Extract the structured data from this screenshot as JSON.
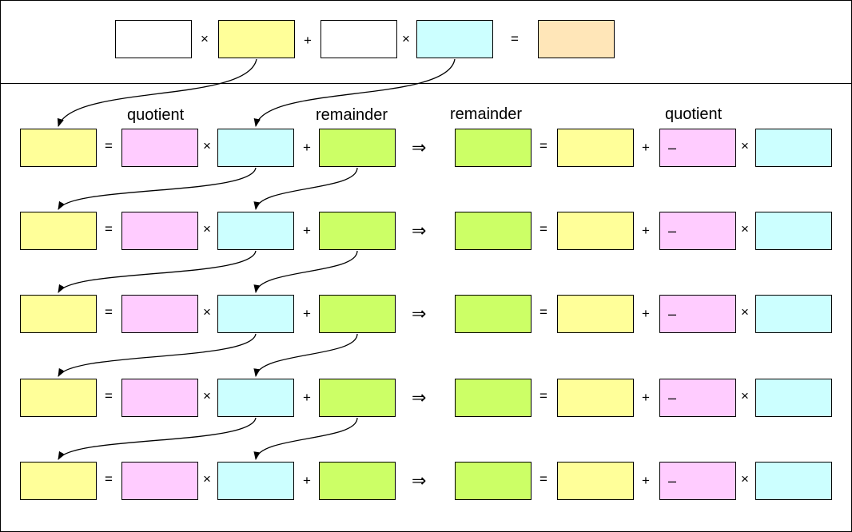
{
  "colors": {
    "blank": "#ffffff",
    "yellow": "#ffff99",
    "cyan": "#ccffff",
    "pink": "#ffccff",
    "green": "#ccff66",
    "peach": "#ffe6b8"
  },
  "top_equation": {
    "times_1": "×",
    "plus": "+",
    "times_2": "×",
    "equals": "="
  },
  "labels": {
    "quotient_left": "quotient",
    "remainder_left": "remainder",
    "remainder_right": "remainder",
    "quotient_right": "quotient"
  },
  "row_symbols": {
    "equals": "=",
    "times": "×",
    "plus": "+",
    "implies": "⇒",
    "minus": "–"
  },
  "rows": [
    {
      "id": 1
    },
    {
      "id": 2
    },
    {
      "id": 3
    },
    {
      "id": 4
    },
    {
      "id": 5
    }
  ]
}
